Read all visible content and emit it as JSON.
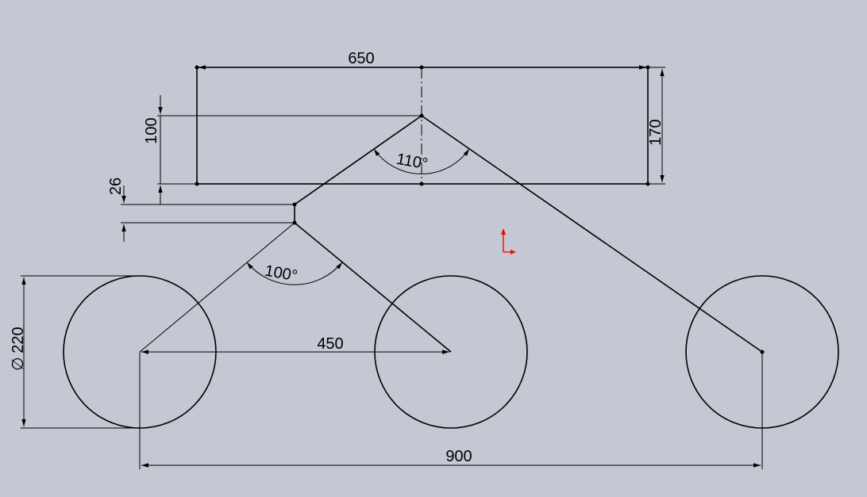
{
  "sketch": {
    "dimensions": {
      "top_width": "650",
      "right_height": "170",
      "left_height": "100",
      "small_gap": "26",
      "top_angle": "110°",
      "lower_angle": "100°",
      "diameter": "220",
      "center_spacing": "450",
      "overall_spacing": "900"
    },
    "diameter_symbol": "∅",
    "colors": {
      "background": "#c4c8d3",
      "lines": "#000000",
      "origin_x": "#ff0000",
      "origin_y": "#ff0000"
    },
    "icons": [
      "origin-icon"
    ]
  }
}
